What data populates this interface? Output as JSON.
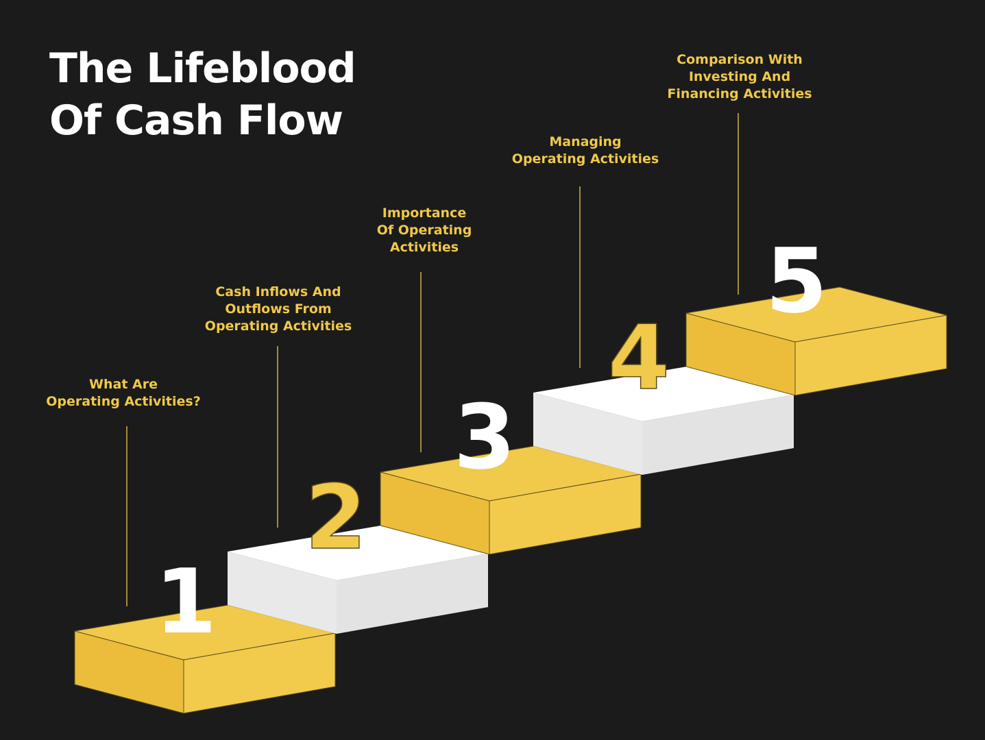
{
  "title": {
    "lines": [
      "The Lifeblood",
      "Of Cash Flow"
    ]
  },
  "colors": {
    "background": "#1b1b1b",
    "yellow_top": "#f1c94b",
    "yellow_left": "#ebbd3b",
    "yellow_right": "#f2cb4d",
    "white_top": "#ffffff",
    "white_left": "#e9e9e9",
    "white_right": "#e3e3e3",
    "edge": "#5e4f1c",
    "accent": "#f0c94a"
  },
  "steps": [
    {
      "number": "1",
      "style": "yellow",
      "number_color": "white",
      "label": [
        "What Are",
        "Operating Activities?"
      ]
    },
    {
      "number": "2",
      "style": "white",
      "number_color": "yellow",
      "label": [
        "Cash Inflows And",
        "Outflows From",
        "Operating Activities"
      ]
    },
    {
      "number": "3",
      "style": "yellow",
      "number_color": "white",
      "label": [
        "Importance",
        "Of Operating",
        "Activities"
      ]
    },
    {
      "number": "4",
      "style": "white",
      "number_color": "yellow",
      "label": [
        "Managing",
        "Operating Activities"
      ]
    },
    {
      "number": "5",
      "style": "yellow",
      "number_color": "white",
      "label": [
        "Comparison With",
        "Investing And",
        "Financing Activities"
      ]
    }
  ]
}
